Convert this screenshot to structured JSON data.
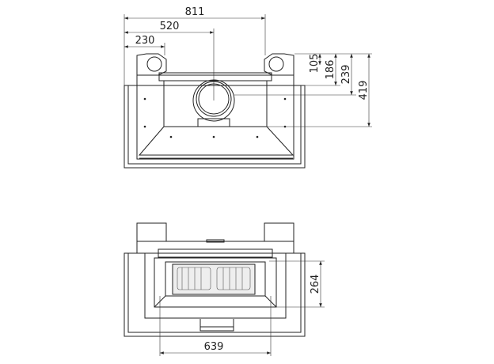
{
  "top_view": {
    "dimensions": {
      "overall_width": "811",
      "flue_offset": "520",
      "lug_offset": "230",
      "h1": "105",
      "h2": "186",
      "h3": "239",
      "h4": "419"
    }
  },
  "front_view": {
    "dimensions": {
      "opening_height": "264",
      "opening_width": "639"
    }
  }
}
